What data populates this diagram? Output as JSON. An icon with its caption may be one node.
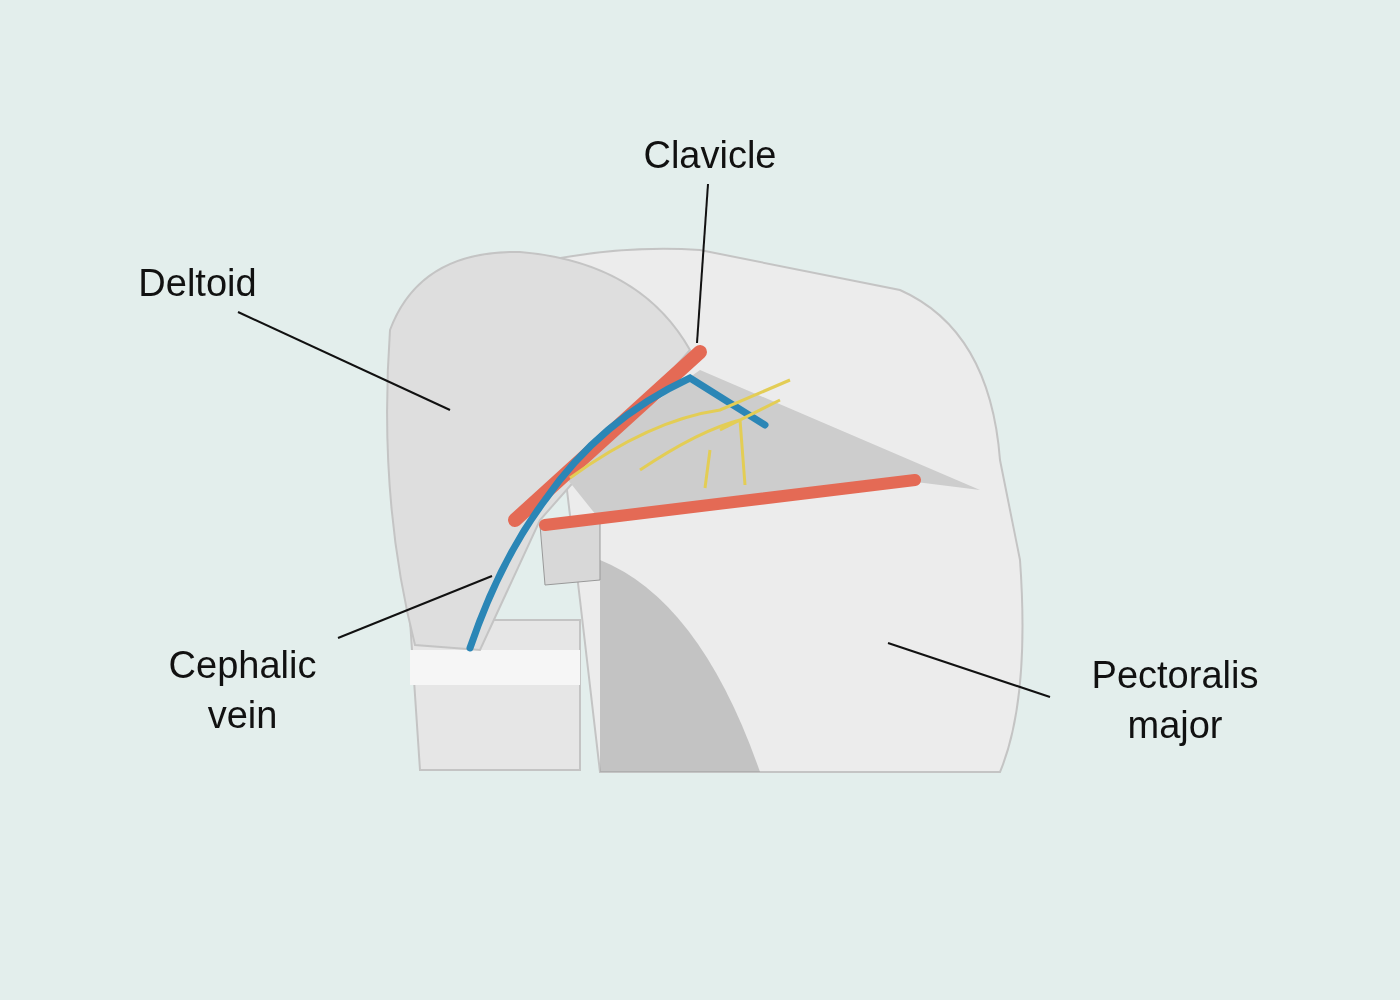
{
  "diagram": {
    "nodes": [
      {
        "text": [
          "Clavicle"
        ]
      },
      {
        "text": [
          "Deltoid"
        ]
      },
      {
        "text": [
          "Cephalic vein"
        ]
      },
      {
        "text": [
          "Pectoralis major"
        ]
      }
    ],
    "edges": [
      {
        "from": 0,
        "to": null,
        "arrow": "none"
      },
      {
        "from": 1,
        "to": null,
        "arrow": "none"
      },
      {
        "from": 2,
        "to": null,
        "arrow": "none"
      },
      {
        "from": 3,
        "to": null,
        "arrow": "none"
      }
    ]
  }
}
